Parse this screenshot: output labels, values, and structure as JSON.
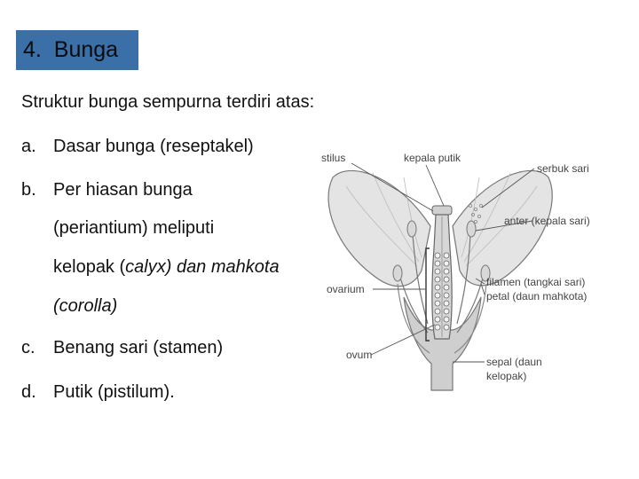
{
  "heading": {
    "number": "4.",
    "text": "Bunga"
  },
  "intro": "Struktur bunga sempurna terdiri atas:",
  "list": [
    {
      "marker": "a.",
      "text": "Dasar bunga (reseptakel)"
    },
    {
      "marker": "b.",
      "line1": "Per hiasan bunga",
      "line2": "(periantium) meliputi",
      "line3_pre": "kelopak (",
      "line3_it1": "calyx) dan mahkota",
      "line4": "(corolla)"
    },
    {
      "marker": "c.",
      "text": "Benang sari (stamen)"
    },
    {
      "marker": "d.",
      "text": "Putik (pistilum)."
    }
  ],
  "diagram_labels": {
    "stilus": "stilus",
    "kepala_putik": "kepala putik",
    "serbuk_sari": "serbuk sari",
    "anter": "anter (kepala sari)",
    "ovarium": "ovarium",
    "filamen": "filamen (tangkai sari)",
    "petal": "petal (daun mahkota)",
    "ovum": "ovum",
    "sepal_1": "sepal (daun",
    "sepal_2": "kelopak)"
  }
}
